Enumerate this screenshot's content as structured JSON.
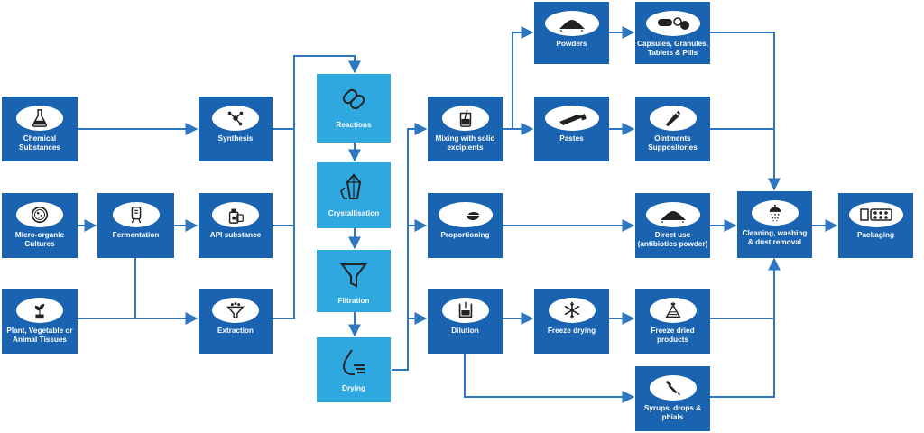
{
  "colors": {
    "dark_box": "#1a63b0",
    "light_box": "#2fa8e0",
    "arrow": "#2f76c0"
  },
  "nodes": {
    "chemical_substances": {
      "label": "Chemical Substances",
      "icon": "flask-icon"
    },
    "micro_organic_cultures": {
      "label": "Micro-organic Cultures",
      "icon": "petri-dish-icon"
    },
    "plant_tissues": {
      "label": "Plant, Vegetable or Animal Tissues",
      "icon": "plant-icon"
    },
    "fermentation": {
      "label": "Fermentation",
      "icon": "fermenter-icon"
    },
    "synthesis": {
      "label": "Synthesis",
      "icon": "molecule-icon"
    },
    "api_substance": {
      "label": "API substance",
      "icon": "bottle-icon"
    },
    "extraction": {
      "label": "Extraction",
      "icon": "funnel-bowl-icon"
    },
    "reactions": {
      "label": "Reactions",
      "icon": "chain-icon"
    },
    "crystallisation": {
      "label": "Crystallisation",
      "icon": "crystal-icon"
    },
    "filtration": {
      "label": "Filtration",
      "icon": "filter-icon"
    },
    "drying": {
      "label": "Drying",
      "icon": "drop-icon"
    },
    "mixing": {
      "label": "Mixing with solid excipients",
      "icon": "beaker-icon"
    },
    "proportioning": {
      "label": "Proportioning",
      "icon": "scoop-icon"
    },
    "dilution": {
      "label": "Dilution",
      "icon": "container-icon"
    },
    "powders": {
      "label": "Powders",
      "icon": "powder-pile-icon"
    },
    "pastes": {
      "label": "Pastes",
      "icon": "tube-icon"
    },
    "freeze_drying": {
      "label": "Freeze drying",
      "icon": "snowflake-icon"
    },
    "capsules": {
      "label": "Capsules, Granules, Tablets & Pills",
      "icon": "pills-icon"
    },
    "ointments": {
      "label": "Ointments Suppositories",
      "icon": "ointment-tube-icon"
    },
    "direct_use": {
      "label": "Direct use (antibiotics powder)",
      "icon": "powder-pile-icon"
    },
    "freeze_dried": {
      "label": "Freeze dried products",
      "icon": "freeze-dried-icon"
    },
    "syrups": {
      "label": "Syrups, drops & phials",
      "icon": "dropper-icon"
    },
    "cleaning": {
      "label": "Cleaning, washing & dust removal",
      "icon": "shower-icon"
    },
    "packaging": {
      "label": "Packaging",
      "icon": "blister-pack-icon"
    }
  }
}
